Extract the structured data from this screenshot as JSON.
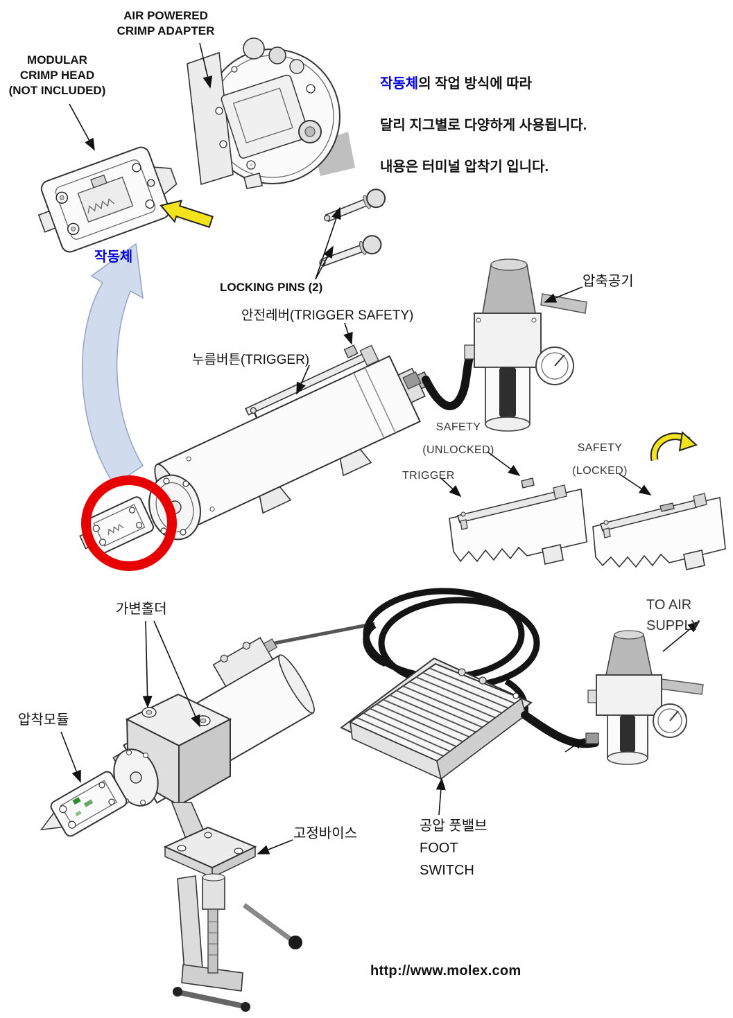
{
  "colors": {
    "highlight_blue": "#0000dd",
    "annotation_red": "#e80000",
    "arrow_yellow": "#f2e31d",
    "flow_arrow_blue": "#ccd9ec"
  },
  "labels": {
    "adapter": "AIR POWERED\nCRIMP ADAPTER",
    "crimp_head": "MODULAR\nCRIMP HEAD\n(NOT INCLUDED)",
    "actuator": "작동체",
    "locking_pins": "LOCKING PINS (2)",
    "trigger_safety": "안전레버(TRIGGER SAFETY)",
    "trigger": "누름버튼(TRIGGER)",
    "compressed_air": "압축공기",
    "safety_unlocked": "SAFETY\n(UNLOCKED)",
    "trigger_detail": "TRIGGER",
    "safety_locked": "SAFETY\n(LOCKED)",
    "variable_holder": "가변홀더",
    "to_air_supply": "TO AIR\nSUPPLY",
    "crimp_module": "압착모듈",
    "fixing_vise": "고정바이스",
    "foot_switch": "공압 풋밸브\nFOOT\nSWITCH"
  },
  "note": {
    "highlight": "작동체",
    "line1_rest": "의 작업 방식에 따라",
    "line2": "달리 지그별로 다양하게 사용됩니다.",
    "line3": "내용은 터미널 압착기 입니다."
  },
  "footer": {
    "url": "http://www.molex.com"
  },
  "icons": {
    "yellow_direction_arrow": "left-block-arrow",
    "blue_flow_arrow": "curved-band-arrow",
    "red_highlight": "circle-ring",
    "safety_flip_arrow": "curved-yellow-arrow"
  }
}
